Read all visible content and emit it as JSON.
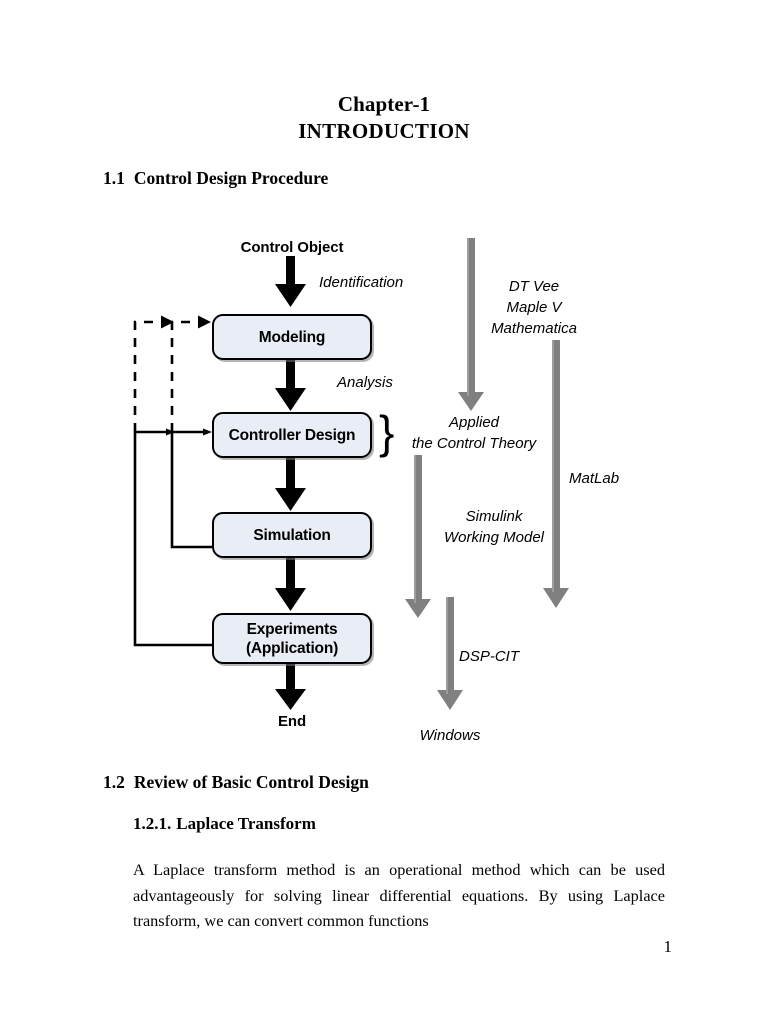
{
  "document": {
    "chapter_title": "Chapter-1",
    "doc_title": "INTRODUCTION",
    "page_number": "1"
  },
  "sections": {
    "s11": {
      "number": "1.1",
      "title": "Control Design Procedure"
    },
    "s12": {
      "number": "1.2",
      "title": "Review of Basic Control Design"
    },
    "s121": {
      "number": "1.2.1.",
      "title": "Laplace Transform"
    }
  },
  "body": {
    "paragraph": "A Laplace transform method is an operational method which can be used advantageously for solving linear differential equations. By using Laplace transform, we can convert common functions"
  },
  "diagram": {
    "title": "control-design-procedure-flowchart",
    "colors": {
      "box_fill": "#e9edf6",
      "box_border": "#000000",
      "black_arrow": "#000000",
      "gray_arrow": "#808080",
      "shadow": "#787878"
    },
    "terminals": {
      "start": "Control Object",
      "end": "End"
    },
    "boxes": [
      {
        "id": "modeling",
        "label": "Modeling"
      },
      {
        "id": "controller-design",
        "label": "Controller Design"
      },
      {
        "id": "simulation",
        "label": "Simulation"
      },
      {
        "id": "experiments",
        "label": "Experiments\n(Application)",
        "line1": "Experiments",
        "line2": "(Application)"
      }
    ],
    "step_labels": [
      {
        "id": "identification",
        "text": "Identification"
      },
      {
        "id": "analysis",
        "text": "Analysis"
      }
    ],
    "brace_label": {
      "line1": "Applied",
      "line2": "the Control Theory"
    },
    "tool_labels": [
      {
        "id": "symbolic-tools",
        "line1": "DT Vee",
        "line2": "Maple V",
        "line3": "Mathematica"
      },
      {
        "id": "simulation-tools",
        "line1": "Simulink",
        "line2": "Working Model"
      },
      {
        "id": "matlab",
        "text": "MatLab"
      },
      {
        "id": "dsp-cit",
        "text": "DSP-CIT"
      },
      {
        "id": "windows",
        "text": "Windows"
      }
    ]
  }
}
